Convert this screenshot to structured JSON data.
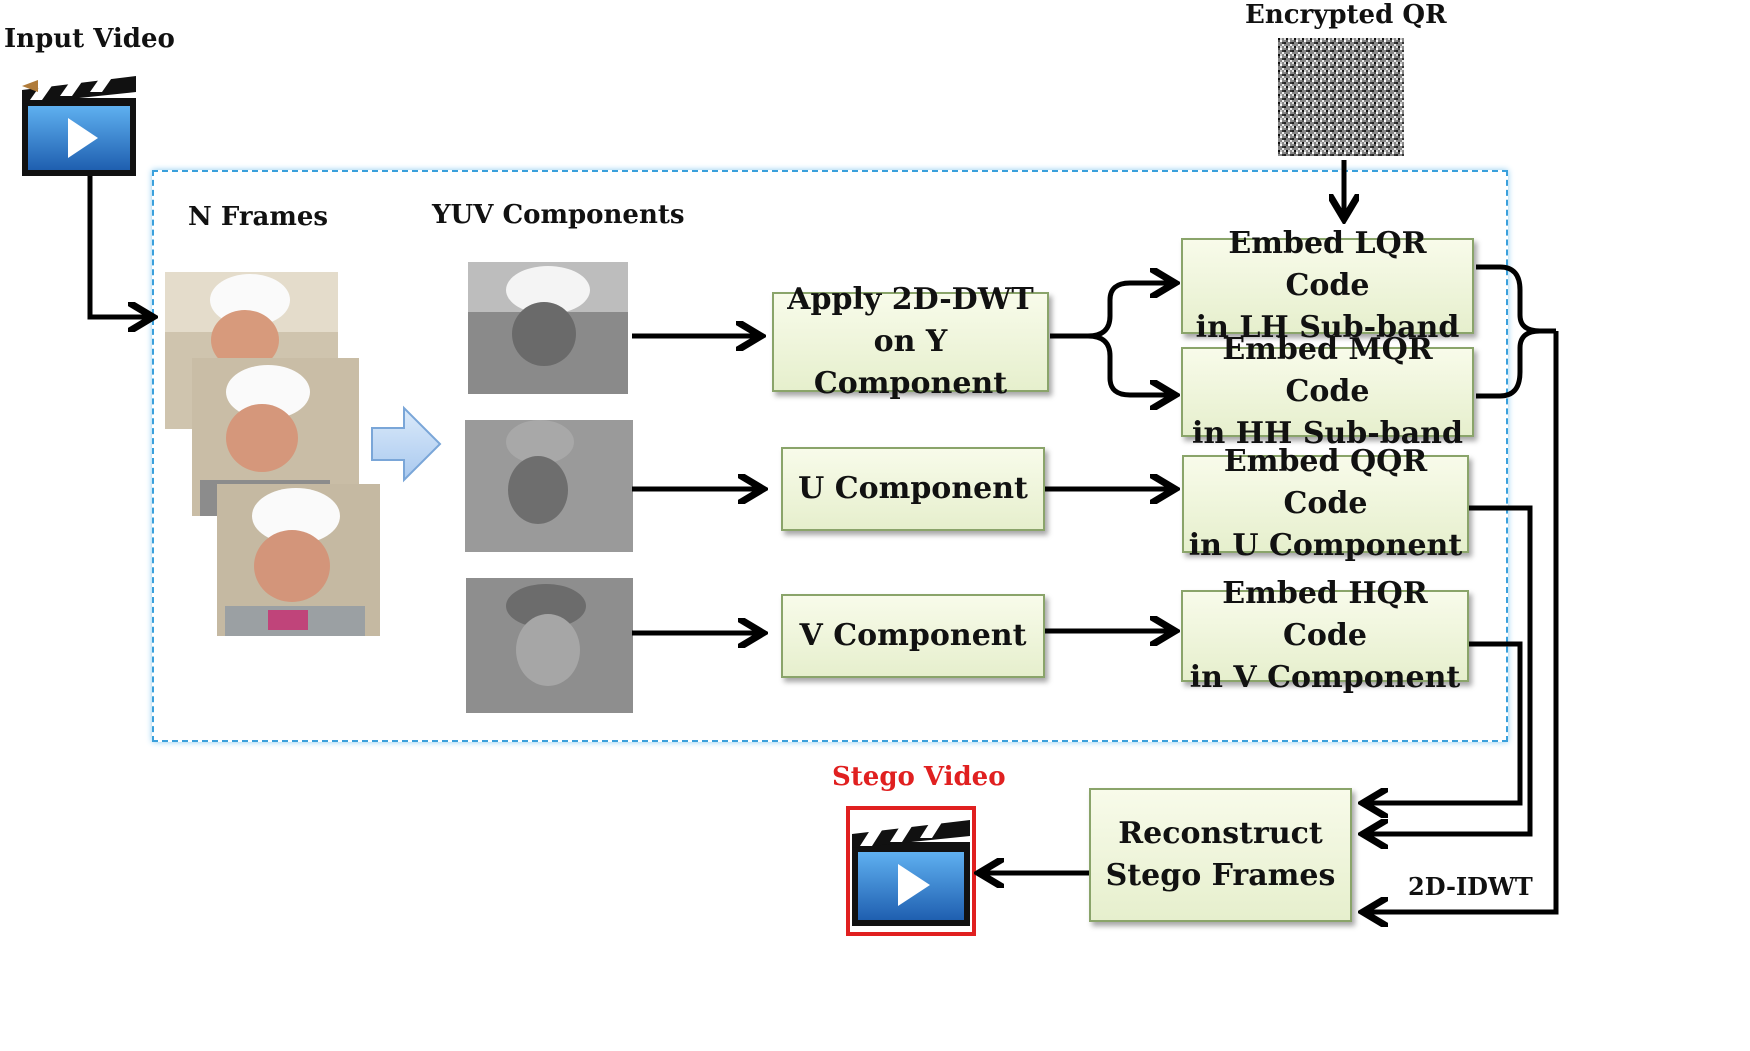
{
  "labels": {
    "input_video": "Input Video",
    "encrypted_qr": "Encrypted QR",
    "n_frames": "N Frames",
    "yuv_components": "YUV Components",
    "stego_video": "Stego Video",
    "idwt": "2D-IDWT"
  },
  "boxes": {
    "apply_dwt": [
      "Apply 2D-DWT",
      "on Y Component"
    ],
    "u_component": [
      "U Component"
    ],
    "v_component": [
      "V Component"
    ],
    "embed_lqr": [
      "Embed LQR Code",
      "in LH Sub-band"
    ],
    "embed_mqr": [
      "Embed MQR Code",
      "in HH Sub-band"
    ],
    "embed_qqr": [
      "Embed QQR Code",
      "in U Component"
    ],
    "embed_hqr": [
      "Embed HQR Code",
      "in V Component"
    ],
    "reconstruct": [
      "Reconstruct",
      "Stego Frames"
    ]
  },
  "colors": {
    "box_fill_top": "#f8fbea",
    "box_fill_bottom": "#e6efcd",
    "box_border": "#8aa46a",
    "dashed_frame": "#3aa0dc",
    "stego_label": "#e02020",
    "arrow": "#000000"
  },
  "icons": [
    "clapperboard-video-icon",
    "encrypted-qr-noise-image",
    "face-frame-thumbnail",
    "right-block-arrow-icon"
  ]
}
